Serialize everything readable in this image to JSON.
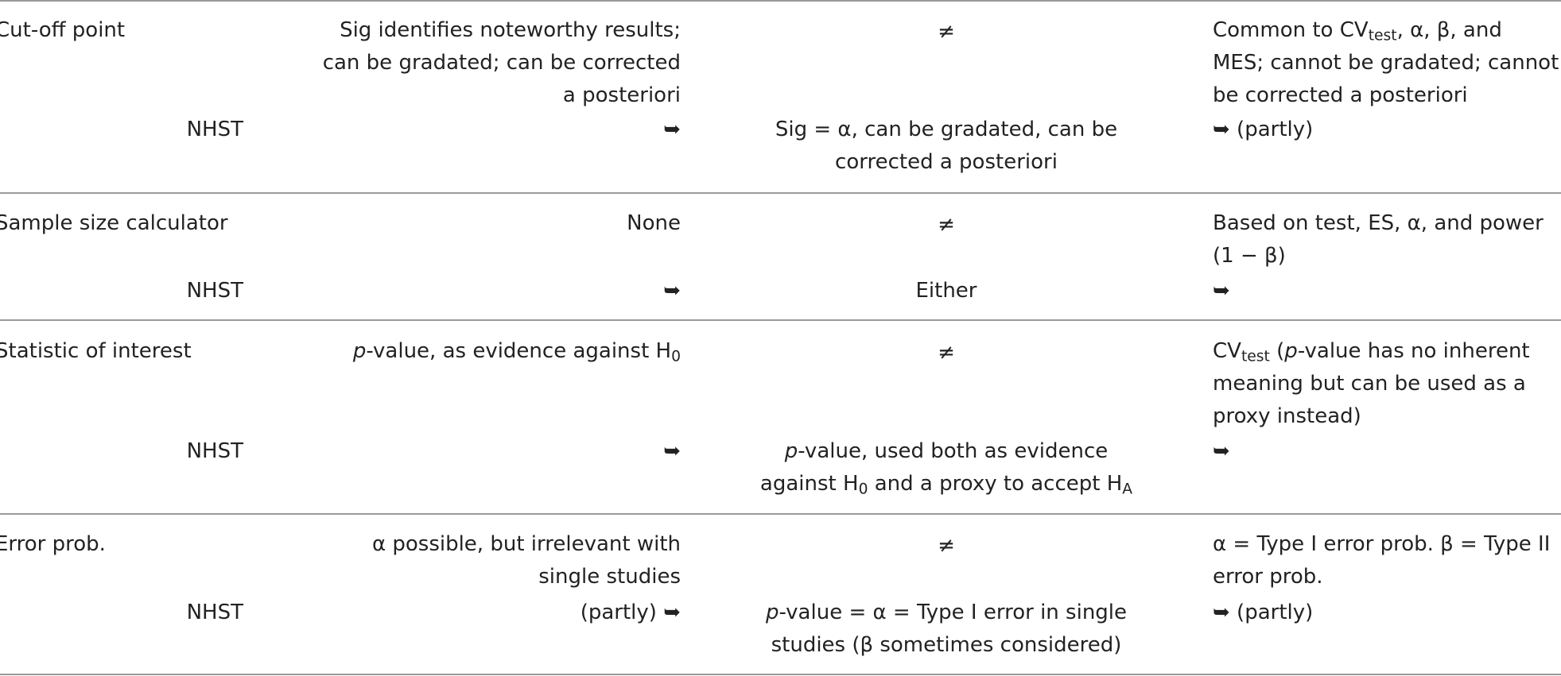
{
  "table": {
    "rows": [
      {
        "criterion": "Cut-off point",
        "fisher": "Sig identifies noteworthy results; can be gradated; can be corrected a posteriori",
        "comparison": "≠",
        "np": {
          "pre": "Common to CV",
          "sub": "test",
          "post": ", α, β, and MES; cannot be gradated; cannot be corrected a posteriori"
        },
        "nhst_label": "NHST",
        "nhst_fisher": "➥",
        "nhst": "Sig = α, can be gradated, can be corrected a posteriori",
        "nhst_np": "➥ (partly)"
      },
      {
        "criterion": "Sample size calculator",
        "fisher": "None",
        "comparison": "≠",
        "np": "Based on test, ES, α, and power (1 − β)",
        "nhst_label": "NHST",
        "nhst_fisher": "➥",
        "nhst": "Either",
        "nhst_np": "➥"
      },
      {
        "criterion": "Statistic of interest",
        "fisher": {
          "italic": "p",
          "text": "-value, as evidence against H",
          "sub": "0"
        },
        "comparison": "≠",
        "np": {
          "pre": "CV",
          "sub": "test",
          "mid": " (",
          "italic": "p",
          "post": "-value has no inherent meaning but can be used as a proxy instead)"
        },
        "nhst_label": "NHST",
        "nhst_fisher": "➥",
        "nhst": {
          "italic": "p",
          "text1": "-value, used both as evidence against H",
          "sub1": "0",
          "text2": " and a proxy to accept H",
          "sub2": "A"
        },
        "nhst_np": "➥"
      },
      {
        "criterion": "Error prob.",
        "fisher": "α possible, but irrelevant with single studies",
        "comparison": "≠",
        "np": "α = Type I error prob. β = Type II error prob.",
        "nhst_label": "NHST",
        "nhst_fisher": "(partly) ➥",
        "nhst": {
          "italic": "p",
          "text": "-value = α = Type I error in single studies (β sometimes considered)"
        },
        "nhst_np": "➥ (partly)"
      }
    ]
  }
}
